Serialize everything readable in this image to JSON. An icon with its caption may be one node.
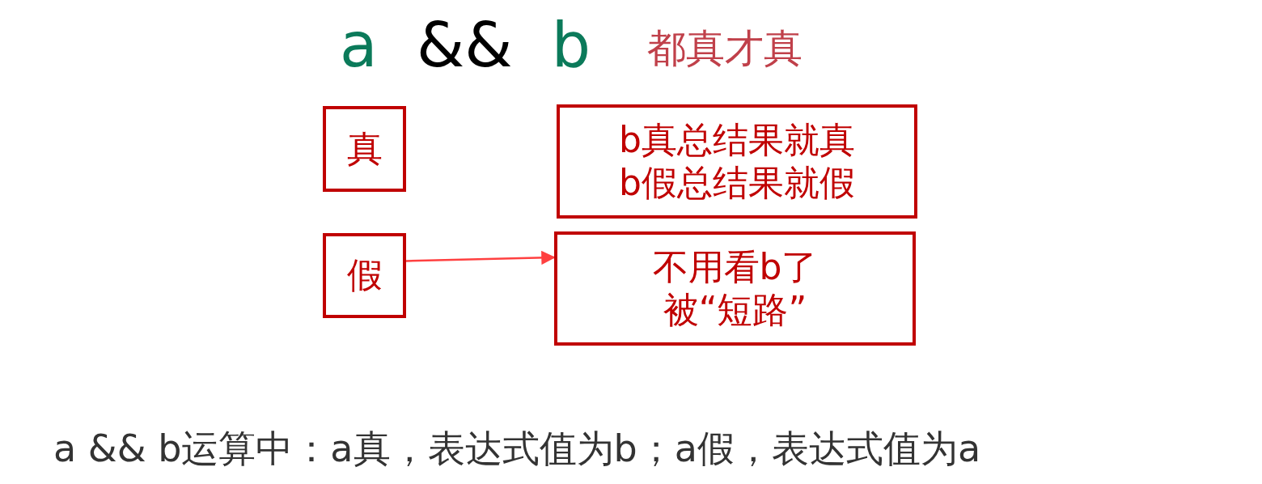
{
  "diagram": {
    "title": "a && b",
    "caption": "a && b运算中：a真，表达式值为b；a假，表达式值为a",
    "nodes": [
      {
        "text": [
          "真"
        ]
      },
      {
        "text": [
          "b真总结果就真b假总结果就假"
        ]
      },
      {
        "text": [
          "假"
        ]
      },
      {
        "text": [
          "不用看b了被“短路”"
        ]
      }
    ],
    "edges": [
      {
        "from": 2,
        "to": 3,
        "arrow": "to",
        "color": "#ff4040"
      }
    ],
    "labels": [
      "都真才真"
    ]
  }
}
